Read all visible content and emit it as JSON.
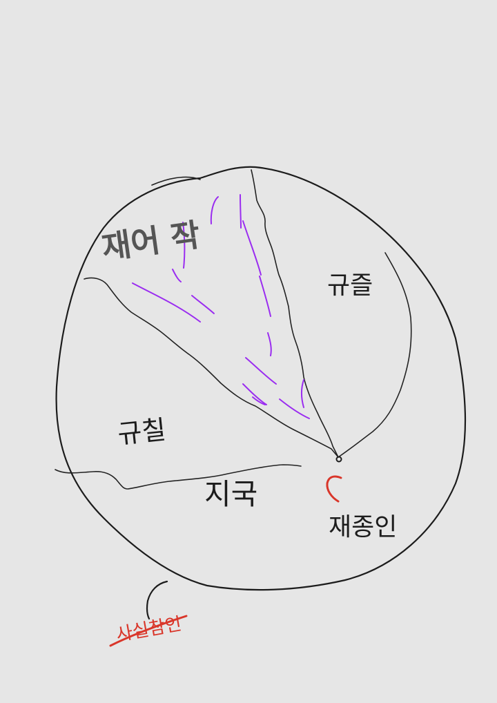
{
  "labels": {
    "upper_left": "재어 작",
    "upper_right": "규즐",
    "left": "규칠",
    "bottom_middle": "지국",
    "pointer": "재종인",
    "struck_out": "사실참인"
  },
  "colors": {
    "background": "#e6e6e6",
    "ink": "#1c1c1c",
    "gray_ink": "#555555",
    "purple_ink": "#9a2cf0",
    "red_ink": "#d9362a"
  }
}
